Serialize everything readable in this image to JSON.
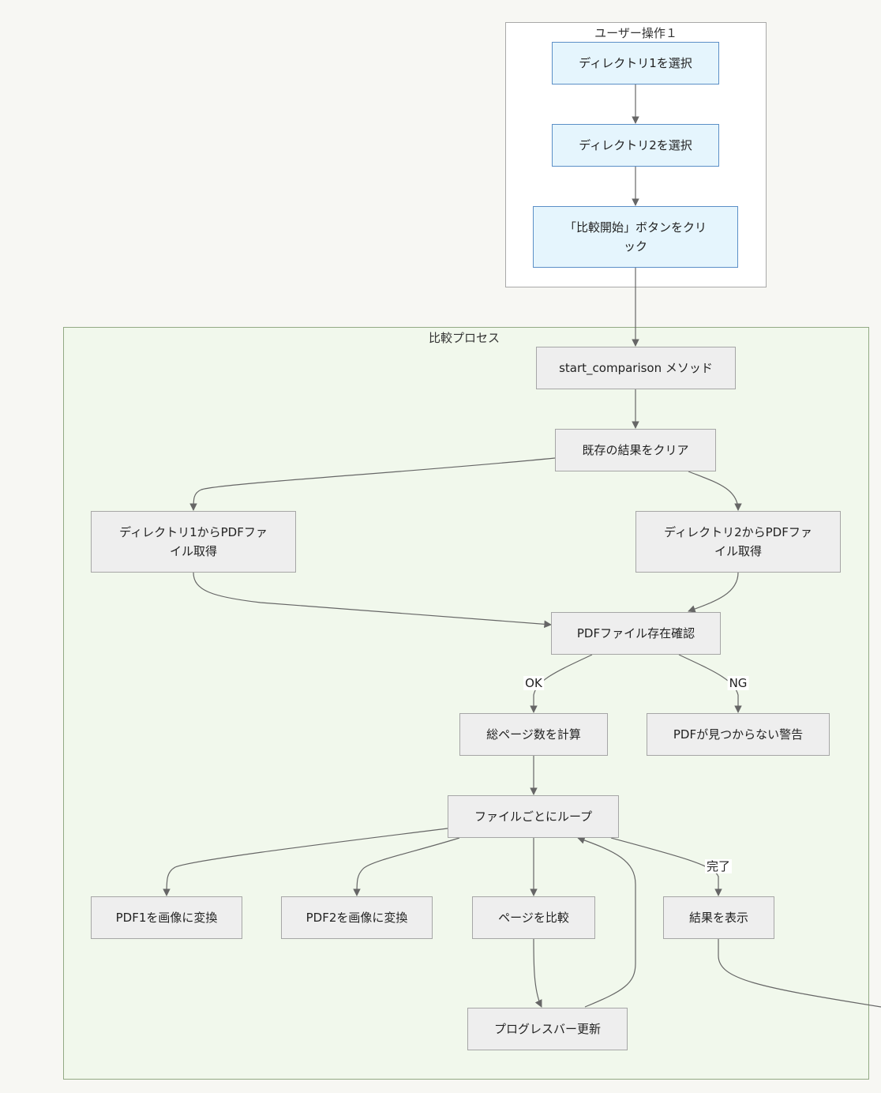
{
  "clusters": {
    "user_ops": {
      "title": "ユーザー操作１"
    },
    "compare": {
      "title": "比較プロセス"
    }
  },
  "nodes": {
    "select_dir1": "ディレクトリ1を選択",
    "select_dir2": "ディレクトリ2を選択",
    "click_start_line1": "「比較開始」ボタンをクリ",
    "click_start_line2": "ック",
    "start_method": "start_comparison メソッド",
    "clear_results": "既存の結果をクリア",
    "get_pdf1_line1": "ディレクトリ1からPDFファ",
    "get_pdf1_line2": "イル取得",
    "get_pdf2_line1": "ディレクトリ2からPDFファ",
    "get_pdf2_line2": "イル取得",
    "check_pdf": "PDFファイル存在確認",
    "calc_pages": "総ページ数を計算",
    "pdf_warning": "PDFが見つからない警告",
    "file_loop": "ファイルごとにループ",
    "pdf1_to_img": "PDF1を画像に変換",
    "pdf2_to_img": "PDF2を画像に変換",
    "compare_pages": "ページを比較",
    "show_results": "結果を表示",
    "update_progress": "プログレスバー更新"
  },
  "edge_labels": {
    "ok": "OK",
    "ng": "NG",
    "done": "完了"
  },
  "colors": {
    "user_cluster_bg": "#ffffff",
    "user_cluster_border": "#a8a8a8",
    "compare_cluster_bg": "#f1f8ec",
    "compare_cluster_border": "#92aa84",
    "blue_node_bg": "#e5f5fd",
    "blue_node_border": "#5b8fc7",
    "gray_node_bg": "#eeeeee",
    "gray_node_border": "#a6a6a6",
    "edge": "#666666"
  }
}
